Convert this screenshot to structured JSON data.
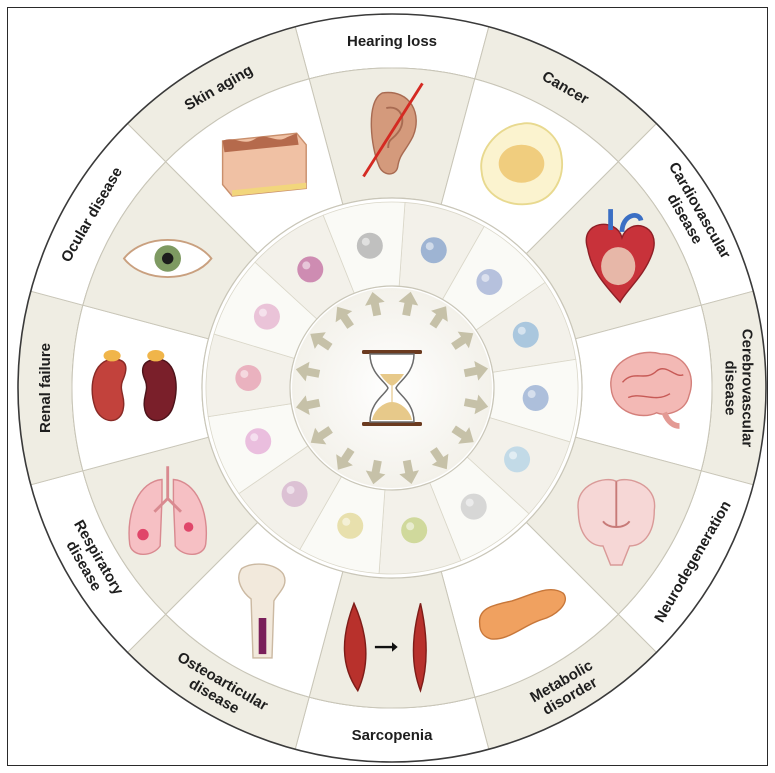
{
  "diagram": {
    "center_icon": "hourglass-icon",
    "diseases": [
      {
        "id": "hearing-loss",
        "lines": [
          "Hearing loss"
        ],
        "icon": "ear-crossed-icon"
      },
      {
        "id": "cancer",
        "lines": [
          "Cancer"
        ],
        "icon": "cancer-cell-icon"
      },
      {
        "id": "cardiovascular-disease",
        "lines": [
          "Cardiovascular",
          "disease"
        ],
        "icon": "heart-icon"
      },
      {
        "id": "cerebrovascular-disease",
        "lines": [
          "Cerebrovascular",
          "disease"
        ],
        "icon": "brain-vessels-icon"
      },
      {
        "id": "neurodegeneration",
        "lines": [
          "Neurodegeneration"
        ],
        "icon": "brain-section-icon"
      },
      {
        "id": "metabolic-disorder",
        "lines": [
          "Metabolic",
          "disorder"
        ],
        "icon": "pancreas-icon"
      },
      {
        "id": "sarcopenia",
        "lines": [
          "Sarcopenia"
        ],
        "icon": "muscle-atrophy-icon"
      },
      {
        "id": "osteoarticular-disease",
        "lines": [
          "Osteoarticular",
          "disease"
        ],
        "icon": "bone-icon"
      },
      {
        "id": "respiratory-disease",
        "lines": [
          "Respiratory",
          "disease"
        ],
        "icon": "lungs-icon"
      },
      {
        "id": "renal-failure",
        "lines": [
          "Renal failure"
        ],
        "icon": "kidneys-icon"
      },
      {
        "id": "ocular-disease",
        "lines": [
          "Ocular disease"
        ],
        "icon": "eye-icon"
      },
      {
        "id": "skin-aging",
        "lines": [
          "Skin aging"
        ],
        "icon": "skin-layers-icon"
      }
    ],
    "hallmark_icons": [
      "dna-helix-icon",
      "chromosome-icon",
      "nucleosome-icon",
      "protein-fold-icon",
      "autophagy-vesicle-icon",
      "nutrient-sensing-fork-icon",
      "mitochondrion-icon",
      "senescent-leaf-icon",
      "stem-cells-icon",
      "cell-cycle-icon",
      "inflammation-dots-icon",
      "intercellular-signal-icon",
      "microbe-icon",
      "population-people-icon"
    ]
  }
}
